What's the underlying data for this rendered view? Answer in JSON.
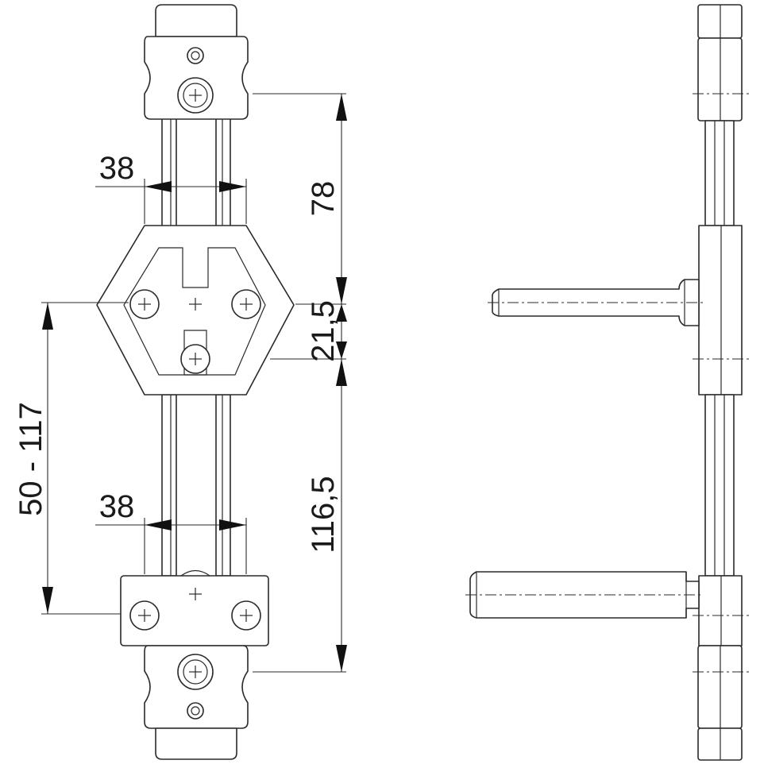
{
  "dimensions": {
    "width_top": "38",
    "width_bottom": "38",
    "top_section": "78",
    "middle_section": "21,5",
    "bottom_section": "116,5",
    "adjust_range": "50 - 117"
  },
  "colors": {
    "line": "#2a2a2a",
    "arrow": "#111111",
    "background": "#ffffff"
  }
}
